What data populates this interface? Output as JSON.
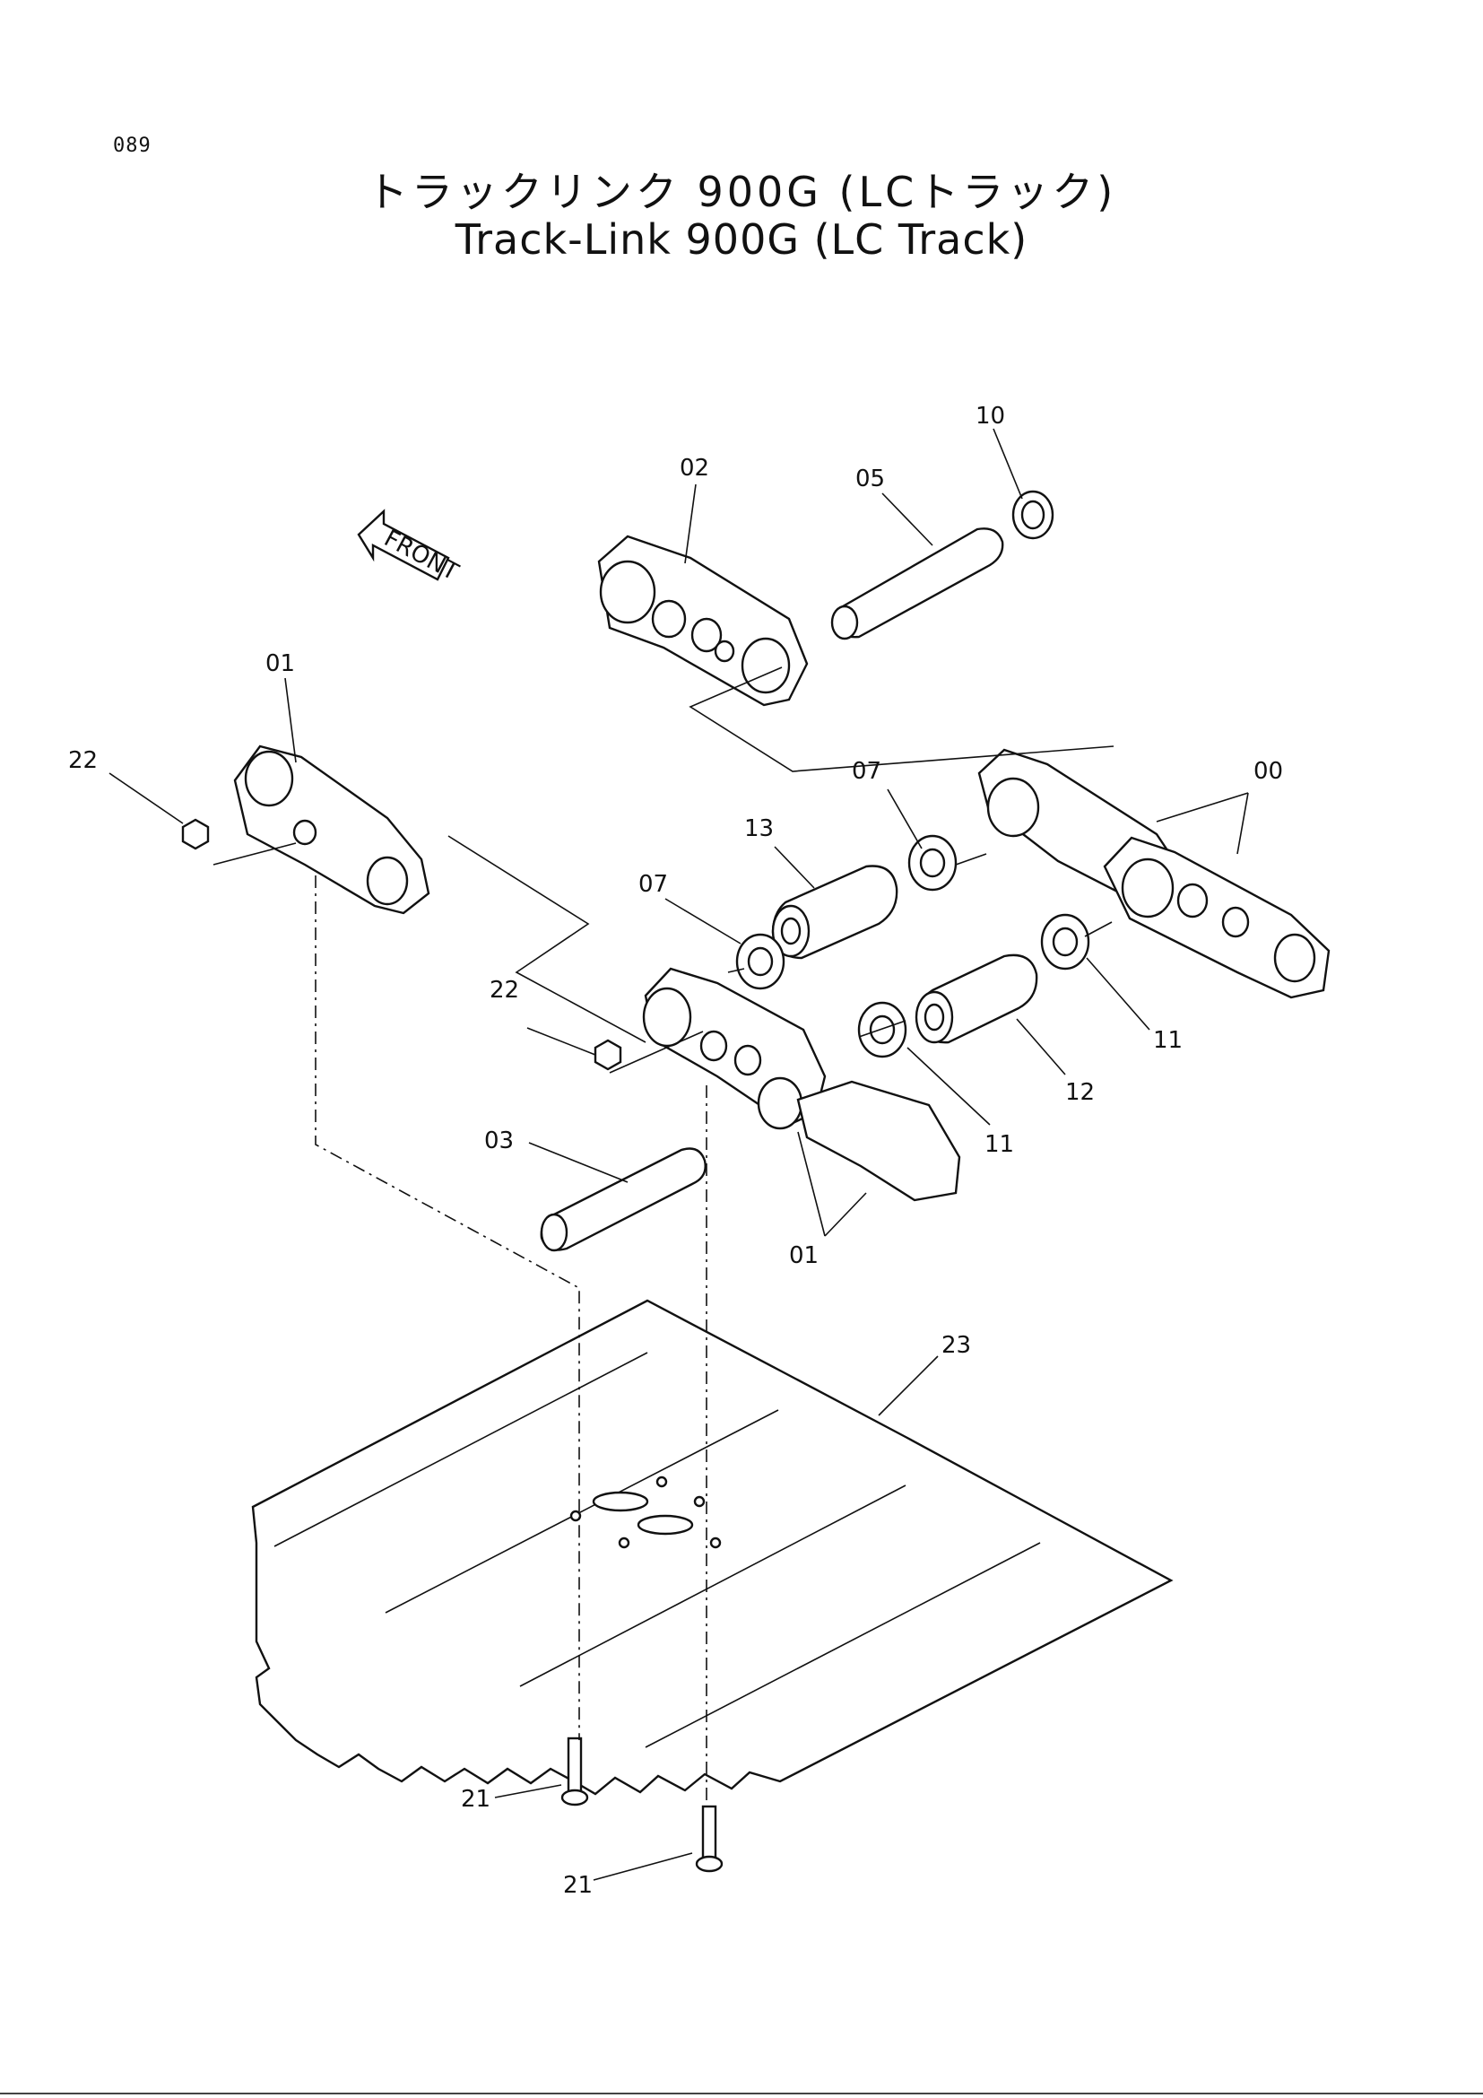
{
  "page": {
    "number": "089"
  },
  "title": {
    "japanese": "トラックリンク 900G (LCトラック)",
    "english": "Track-Link 900G (LC Track)"
  },
  "front_indicator": "FRONT",
  "callouts": {
    "c00": "00",
    "c01a": "01",
    "c01b": "01",
    "c02": "02",
    "c03": "03",
    "c05": "05",
    "c07a": "07",
    "c07b": "07",
    "c10": "10",
    "c11a": "11",
    "c11b": "11",
    "c12": "12",
    "c13": "13",
    "c21a": "21",
    "c21b": "21",
    "c22a": "22",
    "c22b": "22",
    "c23": "23"
  }
}
